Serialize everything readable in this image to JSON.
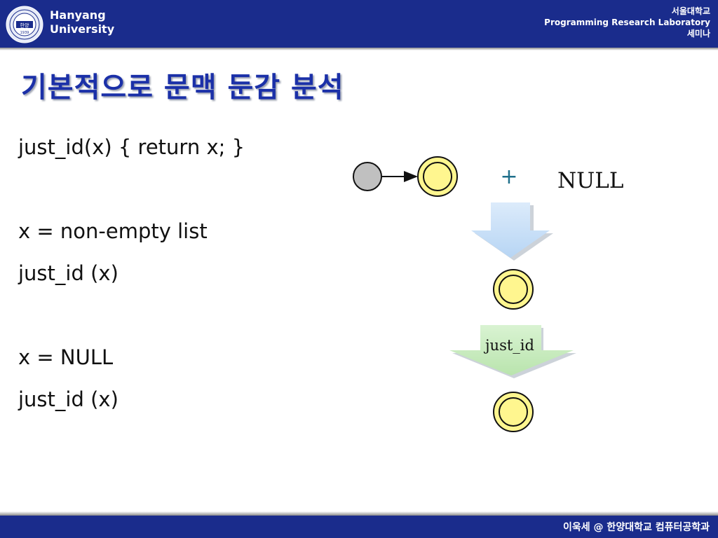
{
  "header": {
    "university_line1": "Hanyang",
    "university_line2": "University",
    "seal_text": "한양",
    "seal_year": "1939",
    "lab_line1": "서울대학교",
    "lab_line2": "Programming Research Laboratory",
    "lab_line3": "세미나"
  },
  "title": "기본적으로 문맥 둔감 분석",
  "body": {
    "line1": "just_id(x) { return x; }",
    "line2": "x = non-empty list",
    "line3": "just_id (x)",
    "line4": "x = NULL",
    "line5": "just_id (x)"
  },
  "diagram": {
    "plus": "+",
    "null_label": "NULL",
    "arrow_label": "just_id",
    "colors": {
      "node_fill": "#fff68f",
      "node_stroke": "#111111",
      "start_fill": "#c0c0c0",
      "arrow_blue": "#c9e1f8",
      "arrow_green": "#c8ecc0",
      "plus_color": "#1f6f8b"
    }
  },
  "footer": {
    "text": "이욱세 @ 한양대학교 컴퓨터공학과"
  }
}
